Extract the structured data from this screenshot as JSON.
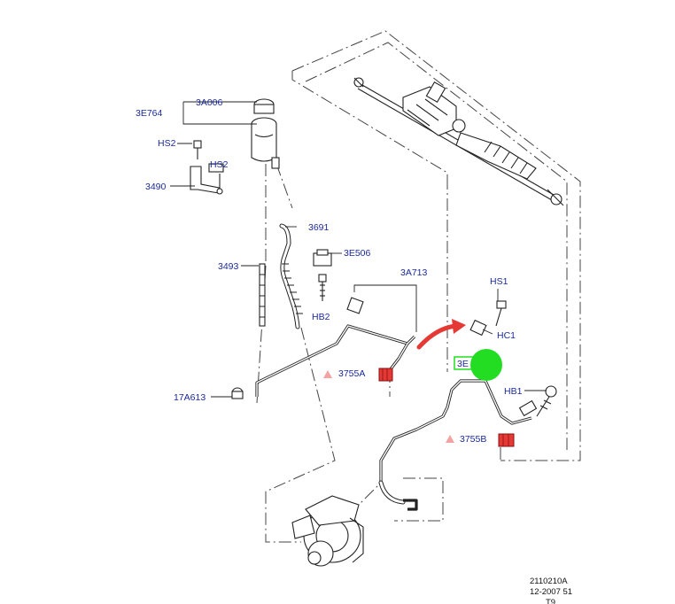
{
  "labels": {
    "l_3a006": "3A006",
    "l_3e764": "3E764",
    "l_hs2a": "HS2",
    "l_hs2b": "HS2",
    "l_3490": "3490",
    "l_3691": "3691",
    "l_3e506": "3E506",
    "l_3493": "3493",
    "l_hb2": "HB2",
    "l_3a713": "3A713",
    "l_hs1": "HS1",
    "l_hc1": "HC1",
    "l_3755a": "3755A",
    "l_3e_box": "3E",
    "l_hb1": "HB1",
    "l_3755b": "3755B",
    "l_17a613": "17A613"
  },
  "footer": {
    "ref": "2110210A",
    "date": "12-2007 51",
    "code": "T9"
  },
  "colors": {
    "label_text": "#1a2a9c",
    "highlight_red": "#e53935",
    "marker_green": "#22dd22",
    "warning_pink": "#f4a3a3"
  },
  "icons": {
    "warning": "warning-triangle-icon",
    "arrow": "red-curved-arrow-icon",
    "marker": "green-dot-marker-icon"
  }
}
